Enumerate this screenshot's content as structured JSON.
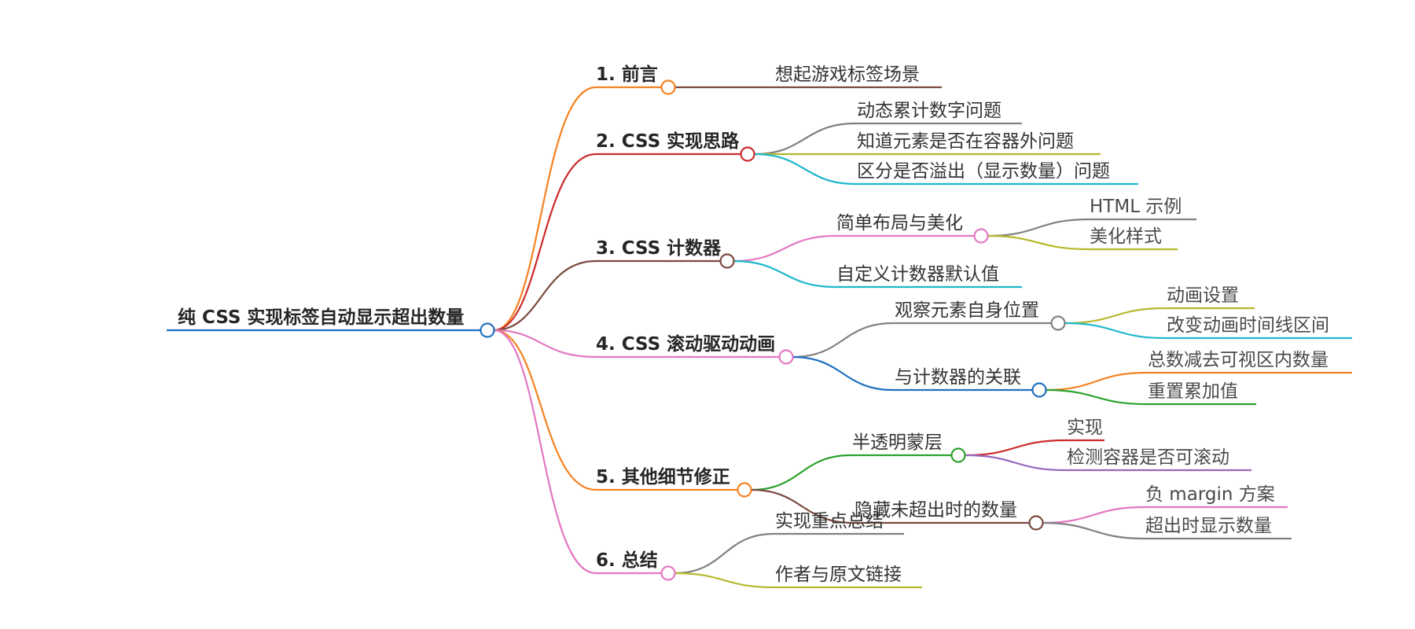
{
  "mindmap": {
    "root": {
      "label": "纯 CSS 实现标签自动显示超出数量",
      "color": "#1f6fbf"
    },
    "branches": [
      {
        "label": "1. 前言",
        "color": "#f58220",
        "children": [
          {
            "label": "想起游戏标签场景",
            "color": "#7a4a3f"
          }
        ]
      },
      {
        "label": "2. CSS 实现思路",
        "color": "#cc2a2a",
        "children": [
          {
            "label": "动态累计数字问题",
            "color": "#808080"
          },
          {
            "label": "知道元素是否在容器外问题",
            "color": "#b5b82a"
          },
          {
            "label": "区分是否溢出（显示数量）问题",
            "color": "#1fb8cc"
          }
        ]
      },
      {
        "label": "3. CSS 计数器",
        "color": "#7a4a3f",
        "children": [
          {
            "label": "简单布局与美化",
            "color": "#e377c2",
            "children": [
              {
                "label": "HTML 示例",
                "color": "#808080"
              },
              {
                "label": "美化样式",
                "color": "#b5b82a"
              }
            ]
          },
          {
            "label": "自定义计数器默认值",
            "color": "#1fb8cc"
          }
        ]
      },
      {
        "label": "4. CSS 滚动驱动动画",
        "color": "#e377c2",
        "children": [
          {
            "label": "观察元素自身位置",
            "color": "#808080",
            "children": [
              {
                "label": "动画设置",
                "color": "#b5b82a"
              },
              {
                "label": "改变动画时间线区间",
                "color": "#1fb8cc"
              }
            ]
          },
          {
            "label": "与计数器的关联",
            "color": "#1f6fbf",
            "children": [
              {
                "label": "总数减去可视区内数量",
                "color": "#f58220"
              },
              {
                "label": "重置累加值",
                "color": "#2ca02c"
              }
            ]
          }
        ]
      },
      {
        "label": "5. 其他细节修正",
        "color": "#f58220",
        "children": [
          {
            "label": "半透明蒙层",
            "color": "#2ca02c",
            "children": [
              {
                "label": "实现",
                "color": "#cc2a2a"
              },
              {
                "label": "检测容器是否可滚动",
                "color": "#9467bd"
              }
            ]
          },
          {
            "label": "隐藏未超出时的数量",
            "color": "#7a4a3f",
            "children": [
              {
                "label": "负 margin 方案",
                "color": "#e377c2"
              },
              {
                "label": "超出时显示数量",
                "color": "#808080"
              }
            ]
          }
        ]
      },
      {
        "label": "6. 总结",
        "color": "#e377c2",
        "children": [
          {
            "label": "实现重点总结",
            "color": "#808080"
          },
          {
            "label": "作者与原文链接",
            "color": "#b5b82a"
          }
        ]
      }
    ]
  }
}
